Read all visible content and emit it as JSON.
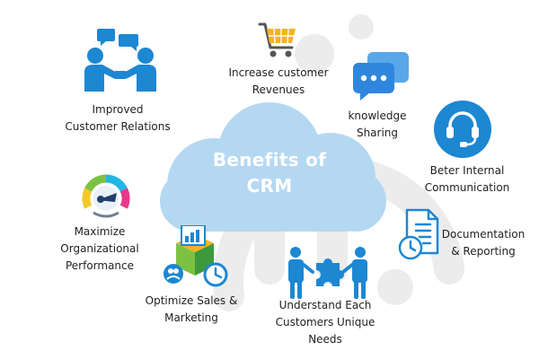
{
  "diagram": {
    "center_title": [
      "Benefits of",
      "CRM"
    ],
    "benefits": [
      {
        "id": "improved-customer-relations",
        "lines": [
          "Improved",
          "Customer Relations"
        ],
        "icon": "handshake-chat-icon"
      },
      {
        "id": "increase-customer-revenues",
        "lines": [
          "Increase customer",
          "Revenues"
        ],
        "icon": "shopping-cart-icon"
      },
      {
        "id": "knowledge-sharing",
        "lines": [
          "knowledge",
          "Sharing"
        ],
        "icon": "chat-bubbles-icon"
      },
      {
        "id": "beter-internal-communication",
        "lines": [
          "Beter Internal",
          "Communication"
        ],
        "icon": "headset-icon"
      },
      {
        "id": "documentation-reporting",
        "lines": [
          "Documentation",
          "& Reporting"
        ],
        "icon": "document-clock-icon"
      },
      {
        "id": "understand-customers-needs",
        "lines": [
          "Understand Each",
          "Customers Unique",
          "Needs"
        ],
        "icon": "people-puzzle-icon"
      },
      {
        "id": "optimize-sales-marketing",
        "lines": [
          "Optimize Sales &",
          "Marketing"
        ],
        "icon": "sales-cube-icon"
      },
      {
        "id": "maximize-organizational-performance",
        "lines": [
          "Maximize",
          "Organizational",
          "Performance"
        ],
        "icon": "gauge-icon"
      }
    ],
    "colors": {
      "icon_blue": "#1d87d2",
      "cloud_fill": "#b4d8f2",
      "cloud_title": "#ffffff",
      "cart_yellow": "#f4b324",
      "gauge_colors": [
        "#f2c92d",
        "#7cc242",
        "#20b6e6",
        "#e8388b"
      ],
      "watermark": "#ececec"
    }
  }
}
